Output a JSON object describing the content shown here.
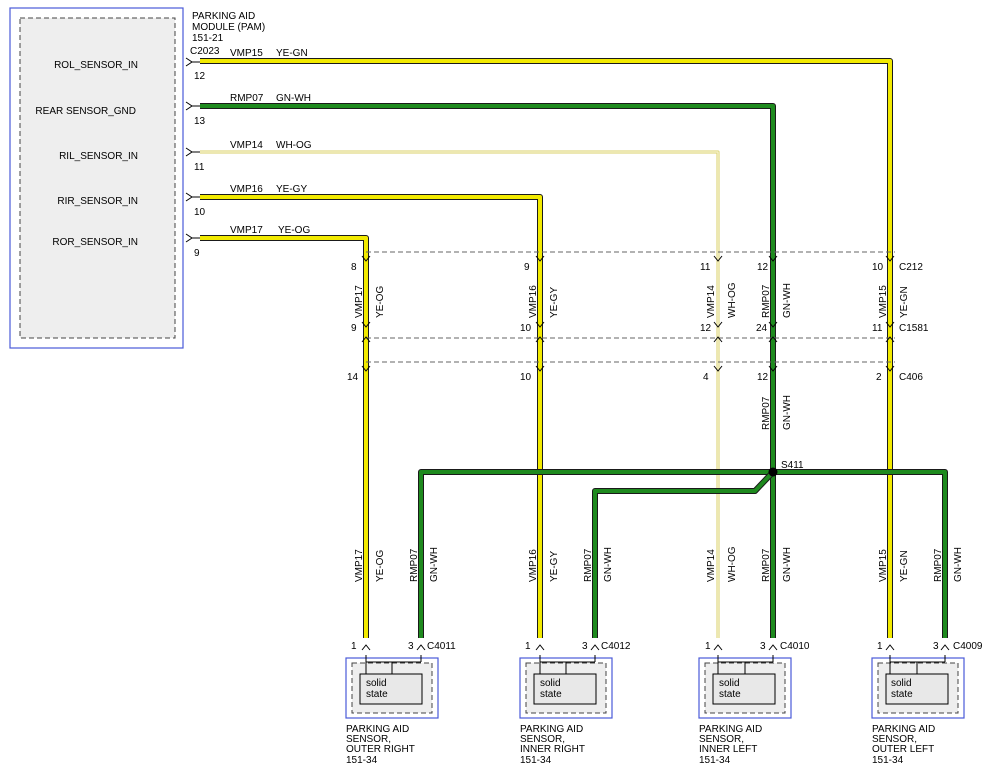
{
  "module": {
    "title_lines": [
      "PARKING AID",
      "MODULE (PAM)",
      "151-21"
    ],
    "connector": "C2023",
    "pins": [
      {
        "name": "ROL_SENSOR_IN",
        "pin": "12",
        "circuit": "VMP15",
        "color": "YE-GN"
      },
      {
        "name": "REAR SENSOR_GND",
        "pin": "13",
        "circuit": "RMP07",
        "color": "GN-WH"
      },
      {
        "name": "RIL_SENSOR_IN",
        "pin": "11",
        "circuit": "VMP14",
        "color": "WH-OG"
      },
      {
        "name": "RIR_SENSOR_IN",
        "pin": "10",
        "circuit": "VMP16",
        "color": "YE-GY"
      },
      {
        "name": "ROR_SENSOR_IN",
        "pin": "9",
        "circuit": "VMP17",
        "color": "YE-OG"
      }
    ]
  },
  "inline_connectors": [
    {
      "name": "C212",
      "pins": [
        "8",
        "9",
        "11",
        "12",
        "10"
      ]
    },
    {
      "name": "C1581",
      "pins": [
        "9",
        "10",
        "12",
        "24",
        "11"
      ]
    },
    {
      "name": "C406",
      "pins": [
        "14",
        "10",
        "4",
        "12",
        "2"
      ]
    }
  ],
  "vertical_labels": [
    {
      "circuit": "VMP17",
      "color": "YE-OG"
    },
    {
      "circuit": "VMP16",
      "color": "YE-GY"
    },
    {
      "circuit": "VMP14",
      "color": "WH-OG"
    },
    {
      "circuit": "RMP07",
      "color": "GN-WH"
    },
    {
      "circuit": "VMP15",
      "color": "YE-GN"
    }
  ],
  "splice": "S411",
  "sensors": [
    {
      "connector": "C4011",
      "sig_pin": "1",
      "gnd_pin": "3",
      "sig_circuit": "VMP17",
      "sig_color": "YE-OG",
      "gnd_circuit": "RMP07",
      "gnd_color": "GN-WH",
      "inner": [
        "solid",
        "state"
      ],
      "lines": [
        "PARKING AID",
        "SENSOR,",
        "OUTER RIGHT",
        "151-34"
      ]
    },
    {
      "connector": "C4012",
      "sig_pin": "1",
      "gnd_pin": "3",
      "sig_circuit": "VMP16",
      "sig_color": "YE-GY",
      "gnd_circuit": "RMP07",
      "gnd_color": "GN-WH",
      "inner": [
        "solid",
        "state"
      ],
      "lines": [
        "PARKING AID",
        "SENSOR,",
        "INNER RIGHT",
        "151-34"
      ]
    },
    {
      "connector": "C4010",
      "sig_pin": "1",
      "gnd_pin": "3",
      "sig_circuit": "VMP14",
      "sig_color": "WH-OG",
      "gnd_circuit": "RMP07",
      "gnd_color": "GN-WH",
      "inner": [
        "solid",
        "state"
      ],
      "lines": [
        "PARKING AID",
        "SENSOR,",
        "INNER LEFT",
        "151-34"
      ]
    },
    {
      "connector": "C4009",
      "sig_pin": "1",
      "gnd_pin": "3",
      "sig_circuit": "VMP15",
      "sig_color": "YE-GN",
      "gnd_circuit": "RMP07",
      "gnd_color": "GN-WH",
      "inner": [
        "solid",
        "state"
      ],
      "lines": [
        "PARKING AID",
        "SENSOR,",
        "OUTER LEFT",
        "151-34"
      ]
    }
  ],
  "colors": {
    "yellow": "#f2ea00",
    "green": "#1e8a1e",
    "white_wire": "#f4f1c8",
    "outline": "#1a1a1a",
    "module_border": "#4a5ad8"
  }
}
